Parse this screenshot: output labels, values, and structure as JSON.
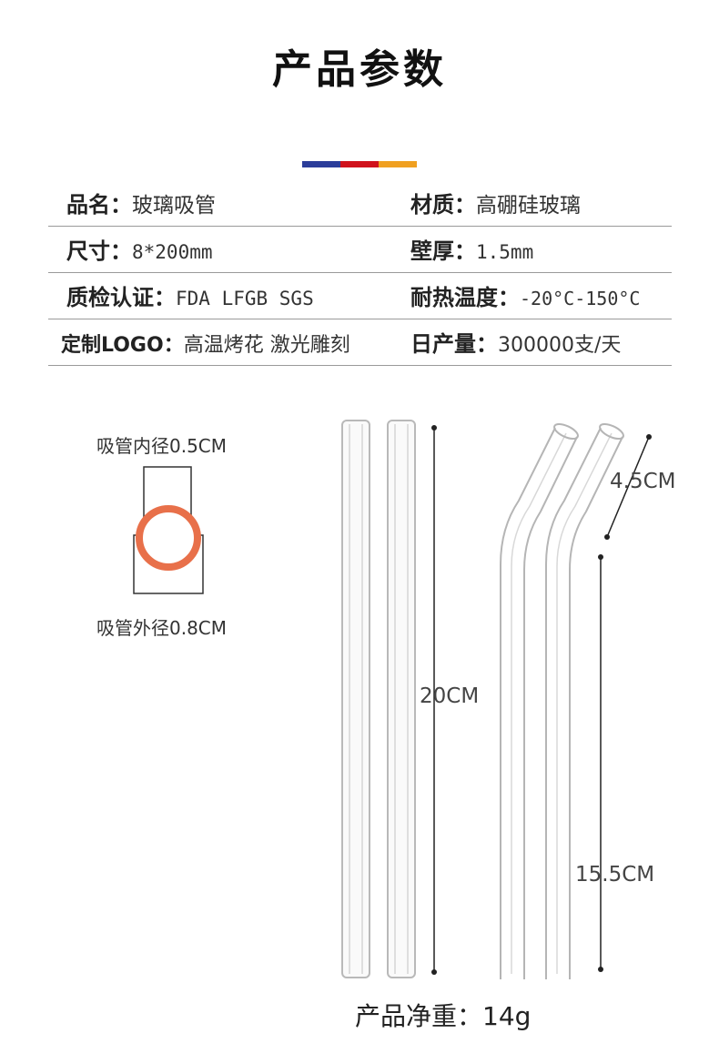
{
  "header": {
    "title": "产品参数"
  },
  "accent_colors": [
    "#2b3d9a",
    "#d0121c",
    "#f0a020"
  ],
  "specs": [
    {
      "left_key": "品名：",
      "left_val": "玻璃吸管",
      "right_key": "材质：",
      "right_val": "高硼硅玻璃"
    },
    {
      "left_key": "尺寸：",
      "left_val": "8*200mm",
      "right_key": "壁厚：",
      "right_val": "1.5mm"
    },
    {
      "left_key": "质检认证：",
      "left_val": "FDA LFGB SGS",
      "right_key": "耐热温度：",
      "right_val": "-20°C-150°C"
    },
    {
      "left_key": "定制LOGO：",
      "left_val": "高温烤花 激光雕刻",
      "right_key": "日产量：",
      "right_val": "300000支/天"
    }
  ],
  "diameter": {
    "inner_label": "吸管内径0.5CM",
    "outer_label": "吸管外径0.8CM",
    "ring_color": "#e8704a"
  },
  "dimensions": {
    "straight_length": "20CM",
    "bend_length": "4.5CM",
    "bent_long_length": "15.5CM"
  },
  "weight": {
    "label": "产品净重：",
    "value": "14g"
  }
}
